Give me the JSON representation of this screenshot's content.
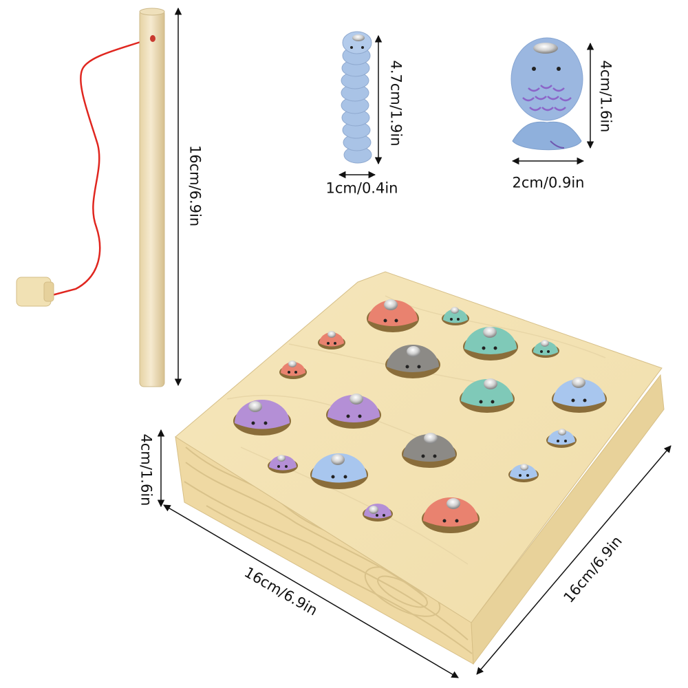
{
  "colors": {
    "wood_light": "#f3e3b3",
    "wood_side": "#ead7a2",
    "wood_grain": "#d9c28a",
    "string": "#e0261f",
    "worm_blue": "#a9c3e6",
    "fish_blue": "#9bb7e0",
    "fish_scale": "#8b64c8",
    "salmon": "#e9826f",
    "mint": "#7fc9b8",
    "grey": "#8c8a86",
    "purple": "#b48fd6",
    "lightblue": "#a8c6ee",
    "magnet": "#c9c9c9",
    "arrow": "#111111"
  },
  "dimensions": {
    "rod_length": "16cm/6.9in",
    "worm_length": "4.7cm/1.9in",
    "worm_width": "1cm/0.4in",
    "fish_height": "4cm/1.6in",
    "fish_width": "2cm/0.9in",
    "board_height": "4cm/1.6in",
    "board_front": "16cm/6.9in",
    "board_side": "16cm/6.9in"
  },
  "objects": {
    "rod": "wooden-fishing-rod",
    "worm": "blue-worm-piece",
    "fish": "blue-fish-piece",
    "board": "wooden-fishing-board"
  }
}
